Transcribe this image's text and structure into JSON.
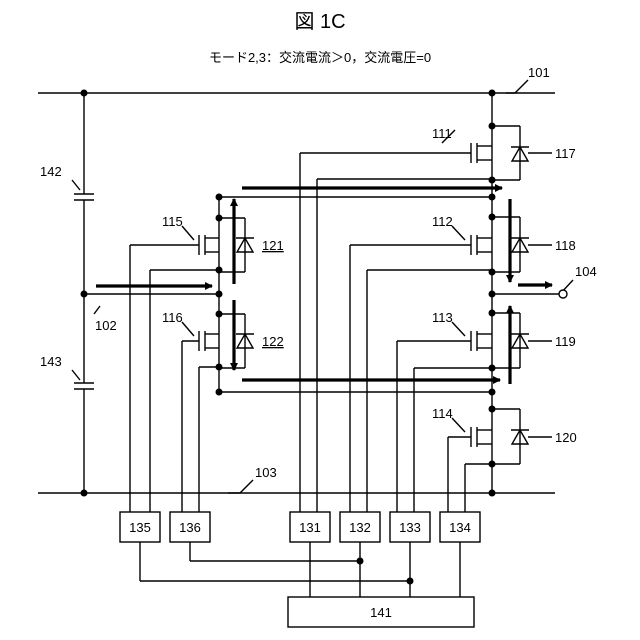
{
  "figure": {
    "title": "図  1C",
    "subtitle": "モード2,3：交流電流＞0，交流電圧=0"
  },
  "labels": {
    "line_top": "101",
    "line_bottom": "103",
    "node_mid": "102",
    "output_node": "104",
    "cap_upper": "142",
    "cap_lower": "143",
    "sw_111": "111",
    "sw_112": "112",
    "sw_113": "113",
    "sw_114": "114",
    "sw_115": "115",
    "sw_116": "116",
    "diode_117": "117",
    "diode_118": "118",
    "diode_119": "119",
    "diode_120": "120",
    "diode_121": "121",
    "diode_122": "122"
  },
  "boxes": {
    "driver_131": "131",
    "driver_132": "132",
    "driver_133": "133",
    "driver_134": "134",
    "driver_135": "135",
    "driver_136": "136",
    "controller_141": "141"
  }
}
